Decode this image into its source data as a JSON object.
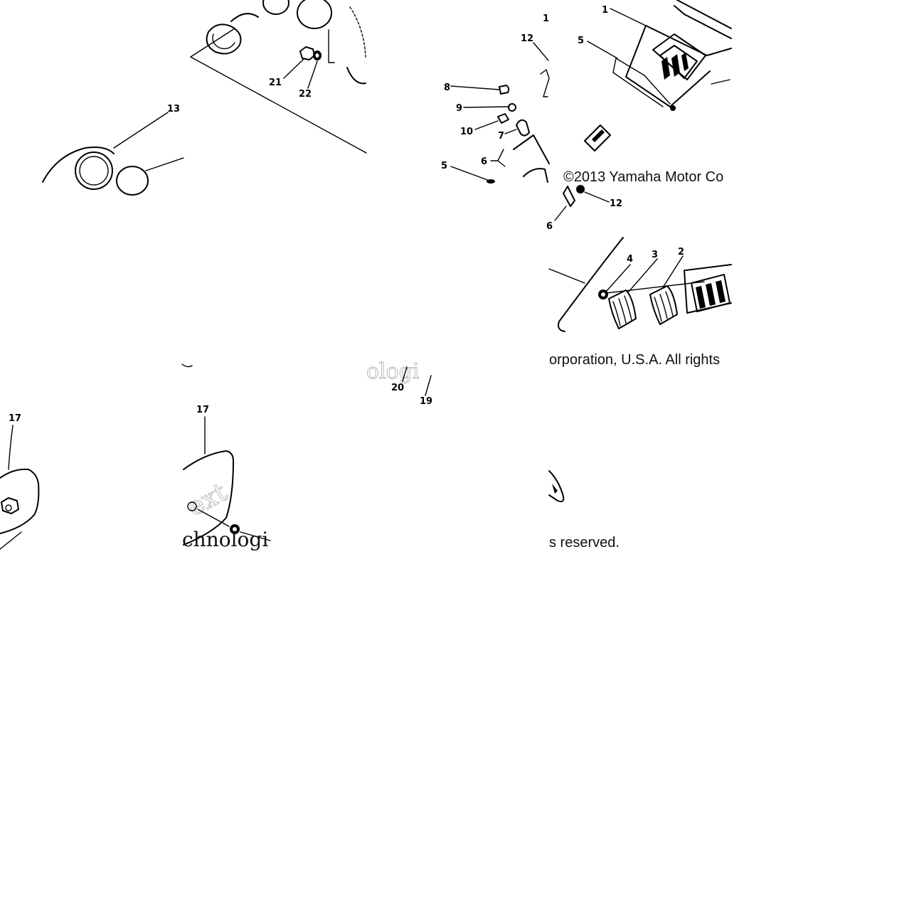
{
  "part_numbers": {
    "top_left_21": "21",
    "top_left_22": "22",
    "left_13": "13",
    "mid_1": "1",
    "mid_12": "12",
    "mid_8": "8",
    "mid_9": "9",
    "mid_10": "10",
    "mid_7": "7",
    "mid_6": "6",
    "mid_5": "5",
    "right_1": "1",
    "right_5": "5",
    "right_12": "12",
    "right_6": "6",
    "right_4": "4",
    "right_3": "3",
    "right_2": "2",
    "mid_20": "20",
    "mid_19": "19",
    "left_17": "17",
    "mid_17": "17"
  },
  "copyright": {
    "line1": "©2013 Yamaha Motor Co",
    "line2": "orporation, U.S.A. All rights",
    "line3": "s reserved."
  },
  "watermark": {
    "fragment_a": "ologi",
    "fragment_b": "ext",
    "fragment_c": "chnologi"
  }
}
